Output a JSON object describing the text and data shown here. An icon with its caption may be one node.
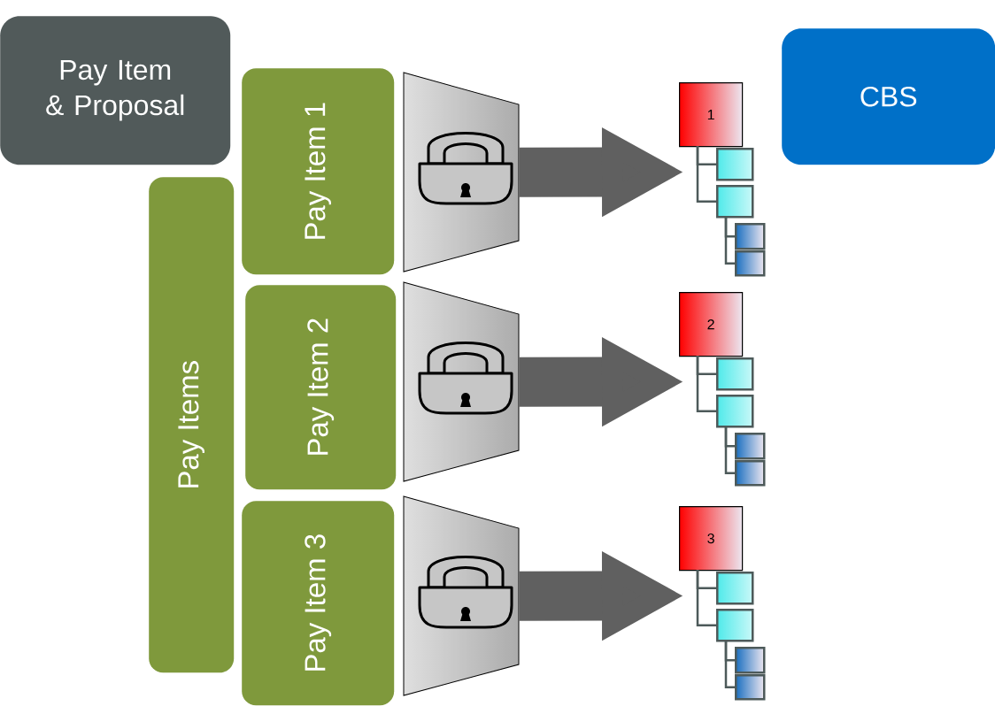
{
  "diagram": {
    "nodes": [
      {
        "text": [
          "Pay Item & Proposal"
        ]
      },
      {
        "text": [
          "CBS"
        ]
      },
      {
        "text": [
          "Pay Items"
        ]
      },
      {
        "text": [
          "Pay Item 1"
        ]
      },
      {
        "text": [],
        "shape": "trapezoid"
      },
      {
        "text": [
          "1"
        ]
      },
      {
        "text": [],
        "shape": "box"
      },
      {
        "text": [],
        "shape": "box"
      },
      {
        "text": [],
        "shape": "box"
      },
      {
        "text": [],
        "shape": "box"
      },
      {
        "text": [
          "Pay Item 2"
        ]
      },
      {
        "text": [],
        "shape": "trapezoid"
      },
      {
        "text": [
          "2"
        ]
      },
      {
        "text": [],
        "shape": "box"
      },
      {
        "text": [],
        "shape": "box"
      },
      {
        "text": [],
        "shape": "box"
      },
      {
        "text": [],
        "shape": "box"
      },
      {
        "text": [
          "Pay Item 3"
        ]
      },
      {
        "text": [],
        "shape": "trapezoid"
      },
      {
        "text": [
          "3"
        ]
      },
      {
        "text": [],
        "shape": "box"
      },
      {
        "text": [],
        "shape": "box"
      },
      {
        "text": [],
        "shape": "box"
      },
      {
        "text": [],
        "shape": "box"
      }
    ],
    "edges": [
      {
        "from": 4,
        "to": null,
        "arrow": "to",
        "style": "thick"
      },
      {
        "from": 5,
        "to": 6,
        "arrow": "none"
      },
      {
        "from": 5,
        "to": 7,
        "arrow": "none"
      },
      {
        "from": 7,
        "to": 8,
        "arrow": "none"
      },
      {
        "from": 7,
        "to": 9,
        "arrow": "none"
      },
      {
        "from": 11,
        "to": null,
        "arrow": "to",
        "style": "thick"
      },
      {
        "from": 12,
        "to": 13,
        "arrow": "none"
      },
      {
        "from": 12,
        "to": 14,
        "arrow": "none"
      },
      {
        "from": 14,
        "to": 15,
        "arrow": "none"
      },
      {
        "from": 14,
        "to": 16,
        "arrow": "none"
      },
      {
        "from": 18,
        "to": null,
        "arrow": "to",
        "style": "thick"
      },
      {
        "from": 19,
        "to": 20,
        "arrow": "none"
      },
      {
        "from": 19,
        "to": 21,
        "arrow": "none"
      },
      {
        "from": 21,
        "to": 22,
        "arrow": "none"
      },
      {
        "from": 21,
        "to": 23,
        "arrow": "none"
      }
    ]
  }
}
